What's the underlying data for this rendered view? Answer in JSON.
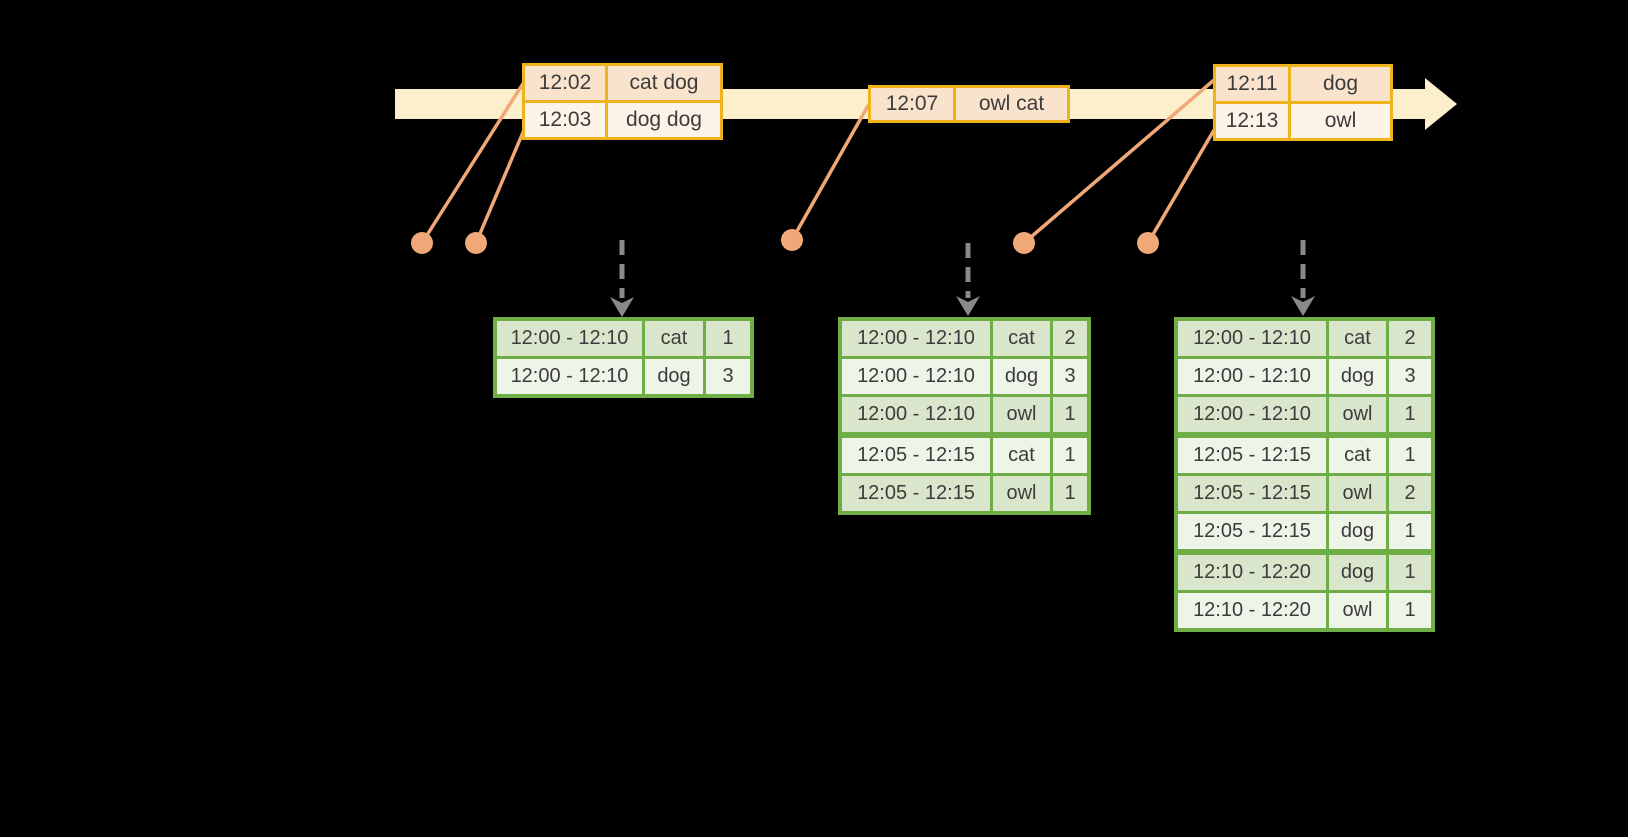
{
  "colors": {
    "background": "#000000",
    "timeline_band": "#fcf0cc",
    "event_table_border": "#efb31d",
    "event_row_dark": "#fae3cd",
    "event_row_light": "#fdf3e7",
    "connector_salmon": "#f1a878",
    "trigger_arrow_gray": "#8a8a8a",
    "result_table_border": "#6fad47",
    "result_row_dark": "#dae6cc",
    "result_row_light": "#eff4e9",
    "text": "#3c3c3c"
  },
  "event_tables": [
    {
      "rows": [
        {
          "time": "12:02",
          "words": "cat dog"
        },
        {
          "time": "12:03",
          "words": "dog dog"
        }
      ]
    },
    {
      "rows": [
        {
          "time": "12:07",
          "words": "owl cat"
        }
      ]
    },
    {
      "rows": [
        {
          "time": "12:11",
          "words": "dog"
        },
        {
          "time": "12:13",
          "words": "owl"
        }
      ]
    }
  ],
  "result_tables": [
    {
      "rows": [
        {
          "window": "12:00 - 12:10",
          "word": "cat",
          "count": 1
        },
        {
          "window": "12:00 - 12:10",
          "word": "dog",
          "count": 3
        }
      ]
    },
    {
      "rows": [
        {
          "window": "12:00 - 12:10",
          "word": "cat",
          "count": 2
        },
        {
          "window": "12:00 - 12:10",
          "word": "dog",
          "count": 3
        },
        {
          "window": "12:00 - 12:10",
          "word": "owl",
          "count": 1
        },
        {
          "window": "12:05 - 12:15",
          "word": "cat",
          "count": 1
        },
        {
          "window": "12:05 - 12:15",
          "word": "owl",
          "count": 1
        }
      ]
    },
    {
      "rows": [
        {
          "window": "12:00 - 12:10",
          "word": "cat",
          "count": 2
        },
        {
          "window": "12:00 - 12:10",
          "word": "dog",
          "count": 3
        },
        {
          "window": "12:00 - 12:10",
          "word": "owl",
          "count": 1
        },
        {
          "window": "12:05 - 12:15",
          "word": "cat",
          "count": 1
        },
        {
          "window": "12:05 - 12:15",
          "word": "owl",
          "count": 2
        },
        {
          "window": "12:05 - 12:15",
          "word": "dog",
          "count": 1
        },
        {
          "window": "12:10 - 12:20",
          "word": "dog",
          "count": 1
        },
        {
          "window": "12:10 - 12:20",
          "word": "owl",
          "count": 1
        }
      ]
    }
  ]
}
